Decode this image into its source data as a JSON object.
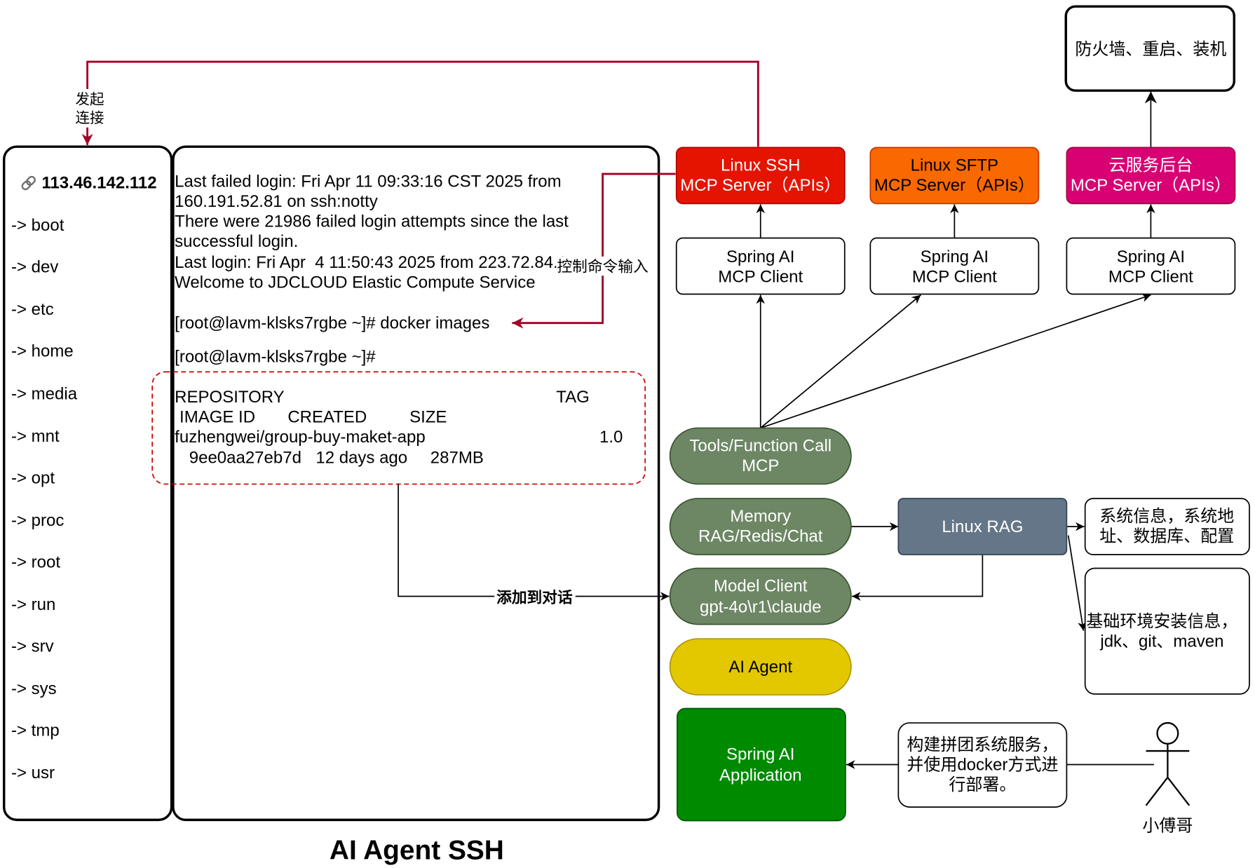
{
  "title": "AI Agent SSH",
  "icons": {
    "host_link": "link-icon",
    "user": "person-icon"
  },
  "host_panel": {
    "host": "113.46.142.112",
    "dirs": [
      "-> boot",
      "-> dev",
      "-> etc",
      "-> home",
      "-> media",
      "-> mnt",
      "-> opt",
      "-> proc",
      "-> root",
      "-> run",
      "-> srv",
      "-> sys",
      "-> tmp",
      "-> usr"
    ]
  },
  "terminal": {
    "lines": [
      "Last failed login: Fri Apr 11 09:33:16 CST 2025 from",
      "160.191.52.81 on ssh:notty",
      "There were 21986 failed login attempts since the last",
      "successful login.",
      "Last login: Fri Apr  4 11:50:43 2025 from 223.72.84.1",
      "Welcome to JDCLOUD Elastic Compute Service",
      "[root@lavm-klsks7rgbe ~]# docker images",
      "[root@lavm-klsks7rgbe ~]#"
    ],
    "images_table": {
      "headers": [
        "REPOSITORY",
        "TAG",
        "IMAGE ID",
        "CREATED",
        "SIZE"
      ],
      "row": [
        "fuzhengwei/group-buy-maket-app",
        "1.0",
        "9ee0aa27eb7d",
        "12 days ago",
        "287MB"
      ]
    }
  },
  "connectors": {
    "initiate_connection": [
      "发起",
      "连接"
    ],
    "control_command_input": "控制命令输入",
    "add_to_conversation": "添加到对话",
    "color": "#a20025"
  },
  "mcp_servers": [
    {
      "lines": [
        "Linux SSH",
        "MCP Server（APIs）"
      ],
      "fill": "#e51400"
    },
    {
      "lines": [
        "Linux SFTP",
        "MCP Server（APIs）"
      ],
      "fill": "#fa6800"
    },
    {
      "lines": [
        "云服务后台",
        "MCP Server（APIs）"
      ],
      "fill": "#d80073"
    }
  ],
  "mcp_clients": [
    {
      "lines": [
        "Spring AI",
        "MCP Client"
      ]
    },
    {
      "lines": [
        "Spring AI",
        "MCP Client"
      ]
    },
    {
      "lines": [
        "Spring AI",
        "MCP Client"
      ]
    }
  ],
  "cloud_ops": "防火墙、重启、装机",
  "agent_stack": {
    "tools": {
      "lines": [
        "Tools/Function Call",
        "MCP"
      ],
      "fill": "#6d8764"
    },
    "memory": {
      "lines": [
        "Memory",
        "RAG/Redis/Chat"
      ],
      "fill": "#6d8764"
    },
    "model_client": {
      "lines": [
        "Model Client",
        "gpt-4o\\r1\\claude"
      ],
      "fill": "#6d8764"
    },
    "ai_agent": {
      "label": "AI Agent",
      "fill": "#e3c800"
    },
    "spring_app": {
      "lines": [
        "Spring AI",
        "Application"
      ],
      "fill": "#008a00"
    }
  },
  "linux_rag": {
    "label": "Linux RAG",
    "fill": "#647687"
  },
  "rag_notes": [
    {
      "lines": [
        "系统信息，系统地",
        "址、数据库、配置"
      ]
    },
    {
      "lines": [
        "基础环境安装信息，",
        "jdk、git、maven"
      ]
    }
  ],
  "request": {
    "lines": [
      "构建拼团系统服务，",
      "并使用docker方式进",
      "行部署。"
    ]
  },
  "user": {
    "name": "小傅哥"
  }
}
